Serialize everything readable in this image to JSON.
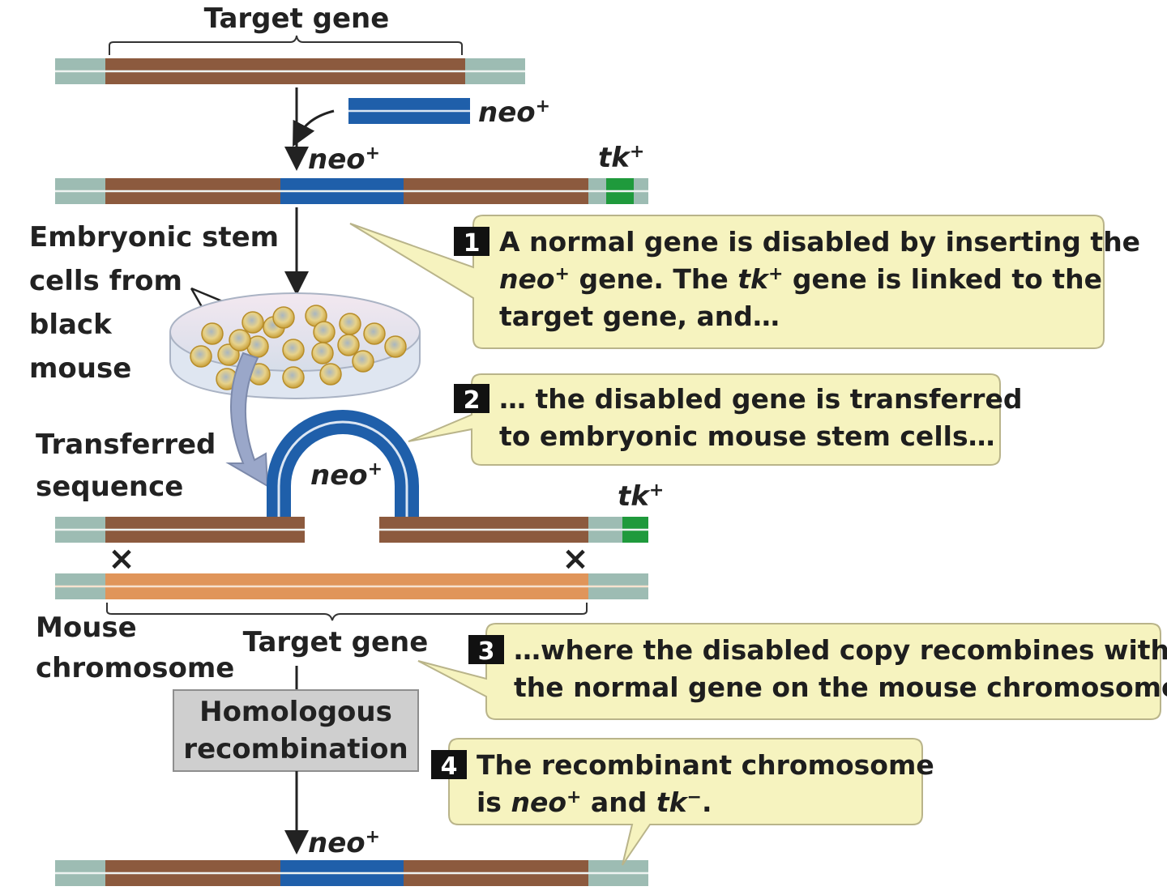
{
  "labels": {
    "target_gene_top": "Target gene",
    "neo_plus_inserted": "neo",
    "neo_plus_arrow": "neo",
    "tk_plus_1": "tk",
    "embryonic": [
      "Embryonic stem",
      "cells from",
      "black",
      "mouse"
    ],
    "transferred": [
      "Transferred",
      "sequence"
    ],
    "neo_plus_loop": "neo",
    "tk_plus_2": "tk",
    "mouse_chromosome": [
      "Mouse",
      "chromosome"
    ],
    "target_gene_bottom": "Target gene",
    "homologous": [
      "Homologous",
      "recombination"
    ],
    "neo_plus_final": "neo",
    "plus": "+",
    "minus": "−",
    "cross": "×"
  },
  "steps": [
    {
      "number": "1",
      "line1": "A normal gene is disabled by inserting the",
      "line2_italic": "neo",
      "line2_a": " gene. The ",
      "line2_italic_b": "tk",
      "line2_b": " gene is linked to the",
      "line3": "target gene, and…"
    },
    {
      "number": "2",
      "line1": "… the disabled gene is transferred",
      "line2": "to embryonic mouse stem cells…"
    },
    {
      "number": "3",
      "line1": "…where the disabled copy recombines with",
      "line2": "the normal gene on the mouse chromosome."
    },
    {
      "number": "4",
      "line1": "The recombinant chromosome",
      "line2_a": "is ",
      "line2_italic": "neo",
      "line2_b": " and ",
      "line2_italic_b": "tk",
      "line2_c": "."
    }
  ],
  "colors": {
    "flank": "#9dbcb3",
    "target": "#8c5a3e",
    "neo": "#1f5faa",
    "tk": "#1f9a3c",
    "mouse_gene": "#e0955a",
    "callout_fill": "#f6f3bf",
    "box_fill": "#cfcfcf"
  }
}
